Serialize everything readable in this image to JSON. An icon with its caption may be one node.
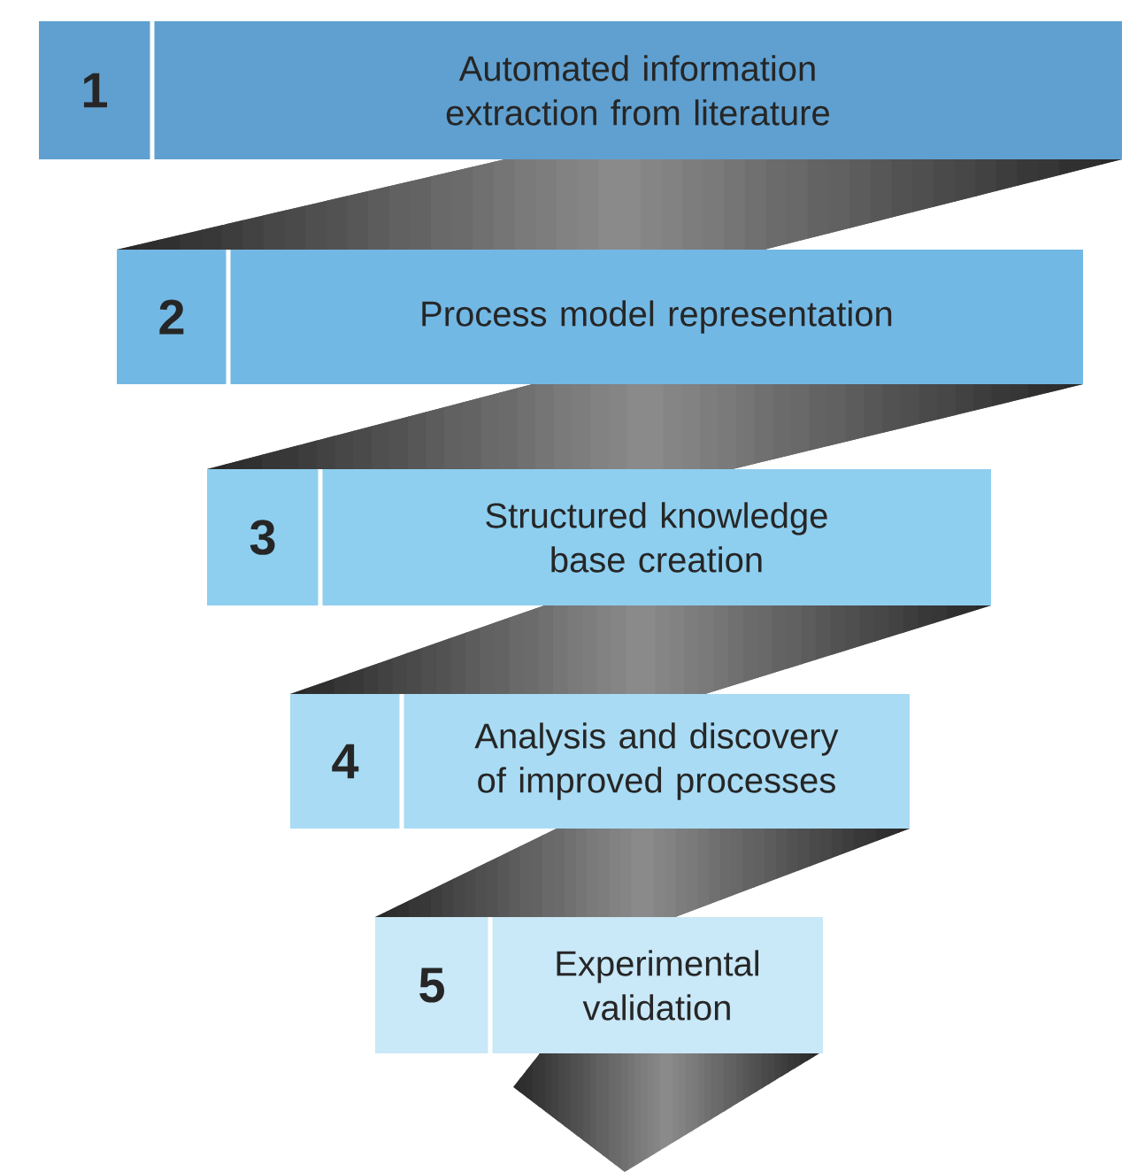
{
  "diagram": {
    "nodes": [
      {
        "text": [
          "1",
          "Automated information extraction from literature"
        ]
      },
      {
        "text": [
          "2",
          "Process model representation"
        ]
      },
      {
        "text": [
          "3",
          "Structured knowledge base creation"
        ]
      },
      {
        "text": [
          "4",
          "Analysis and discovery of improved processes"
        ]
      },
      {
        "text": [
          "5",
          "Experimental validation"
        ]
      }
    ],
    "edges": [
      {
        "from": 0,
        "to": 1,
        "arrow": "none"
      },
      {
        "from": 1,
        "to": 2,
        "arrow": "none"
      },
      {
        "from": 2,
        "to": 3,
        "arrow": "none"
      },
      {
        "from": 3,
        "to": 4,
        "arrow": "none"
      }
    ]
  }
}
